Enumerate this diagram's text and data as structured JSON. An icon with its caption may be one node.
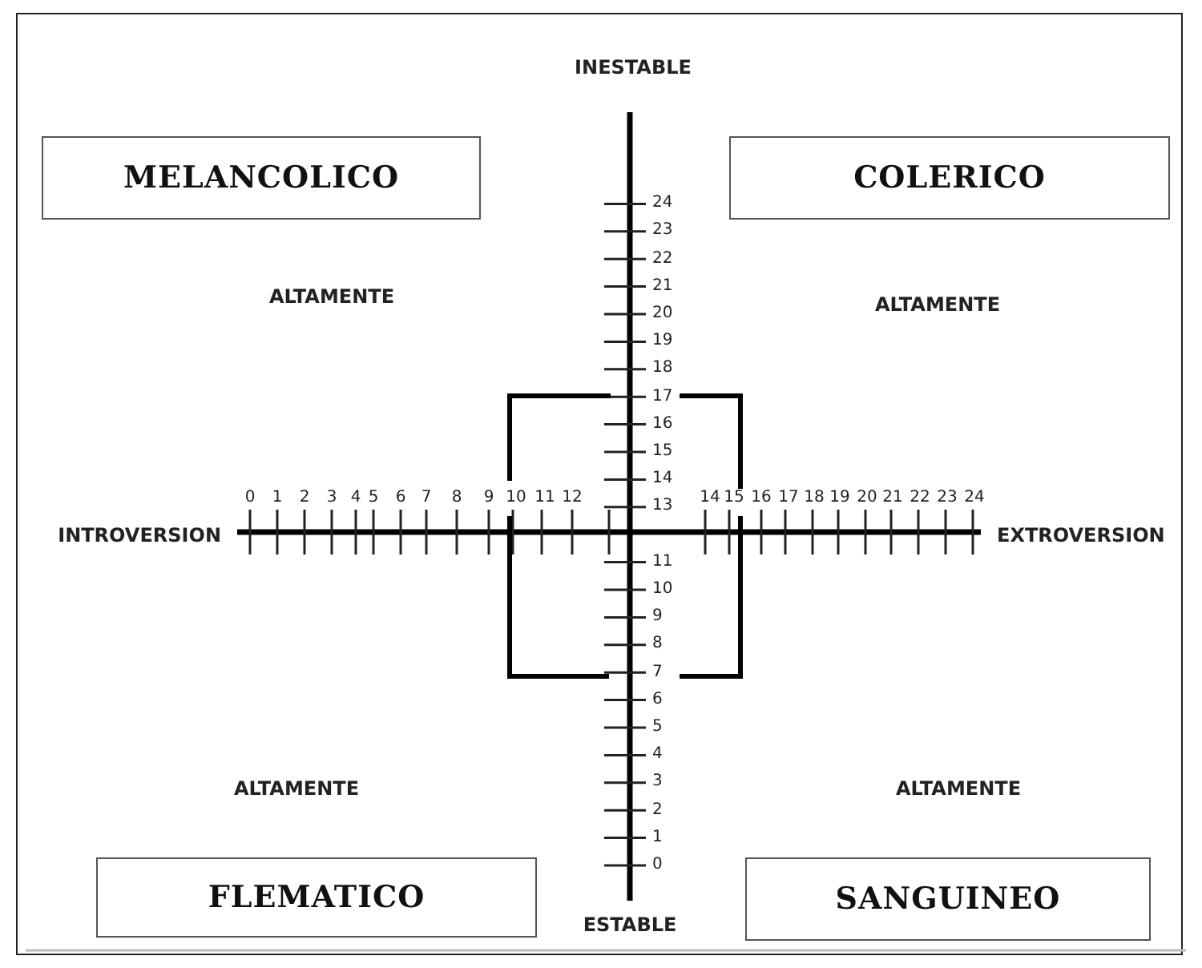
{
  "diagram": {
    "nodes": [
      {
        "text": [
          "MELANCOLICO"
        ]
      },
      {
        "text": [
          "COLERICO"
        ]
      },
      {
        "text": [
          "FLEMATICO"
        ]
      },
      {
        "text": [
          "SANGUINEO"
        ]
      }
    ],
    "labels": [
      "INESTABLE",
      "ALTAMENTE",
      "ALTAMENTE",
      "24",
      "23",
      "22",
      "21",
      "20",
      "19",
      "18",
      "17",
      "16",
      "15",
      "14",
      "13",
      "0",
      "1",
      "2",
      "3",
      "4",
      "5",
      "6",
      "7",
      "8",
      "9",
      "10",
      "11",
      "12",
      "14",
      "15",
      "16",
      "17",
      "18",
      "19",
      "20",
      "21",
      "22",
      "23",
      "24",
      "INTROVERSION",
      "EXTROVERSION",
      "11",
      "10",
      "9",
      "8",
      "7",
      "6",
      "5",
      "4",
      "3",
      "2",
      "1",
      "0",
      "ALTAMENTE",
      "ALTAMENTE",
      "ESTABLE"
    ]
  }
}
